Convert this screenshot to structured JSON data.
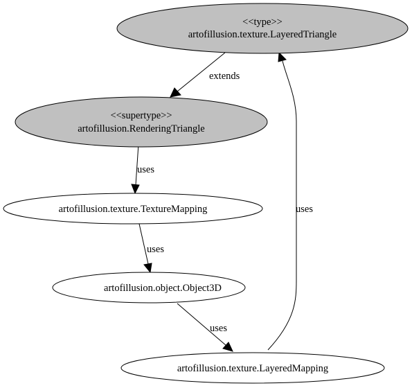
{
  "diagram": {
    "nodes": {
      "layered_triangle": {
        "stereotype": "<<type>>",
        "name": "artofillusion.texture.LayeredTriangle",
        "fill": "#c0c0c0"
      },
      "rendering_triangle": {
        "stereotype": "<<supertype>>",
        "name": "artofillusion.RenderingTriangle",
        "fill": "#c0c0c0"
      },
      "texture_mapping": {
        "name": "artofillusion.texture.TextureMapping",
        "fill": "#ffffff"
      },
      "object3d": {
        "name": "artofillusion.object.Object3D",
        "fill": "#ffffff"
      },
      "layered_mapping": {
        "name": "artofillusion.texture.LayeredMapping",
        "fill": "#ffffff"
      }
    },
    "edges": {
      "extends_label": "extends",
      "uses_rendering_to_texture": "uses",
      "uses_texture_to_object3d": "uses",
      "uses_object3d_to_layered_mapping": "uses",
      "uses_layered_mapping_to_triangle": "uses"
    }
  }
}
